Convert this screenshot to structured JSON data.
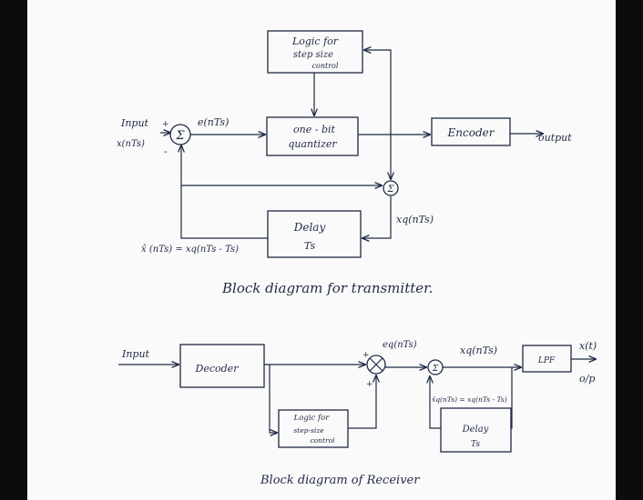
{
  "transmitter": {
    "logic_box": [
      "Logic for",
      "step size",
      "control"
    ],
    "quantizer_box": [
      "one - bit",
      "quantizer"
    ],
    "encoder_box": "Encoder",
    "delay_box": [
      "Delay",
      "Ts"
    ],
    "sum_symbol": "Σ",
    "input_label": "Input",
    "input_signal": "x(nTs)",
    "error_label": "e(nTs)",
    "output_label": "output",
    "xq_label": "xq(nTs)",
    "feedback_label": "x̂ (nTs) = xq(nTs - Ts)",
    "plus": "+",
    "minus": "-",
    "caption": "Block  diagram  for transmitter."
  },
  "receiver": {
    "decoder_box": "Decoder",
    "logic_box": [
      "Logic for",
      "step-size",
      "control"
    ],
    "lpf_box": "LPF",
    "delay_box": [
      "Delay",
      "Ts"
    ],
    "sum_symbol": "Σ",
    "input_label": "Input",
    "eq_label": "eq(nTs)",
    "xq_label": "xq(nTs)",
    "feedback_label": "x̂q(nTs) = xq(nTs - Ts)",
    "xt_label": "x(t)",
    "op_label": "o/p",
    "plus": "+",
    "caption": "Block  diagram  of Receiver"
  }
}
